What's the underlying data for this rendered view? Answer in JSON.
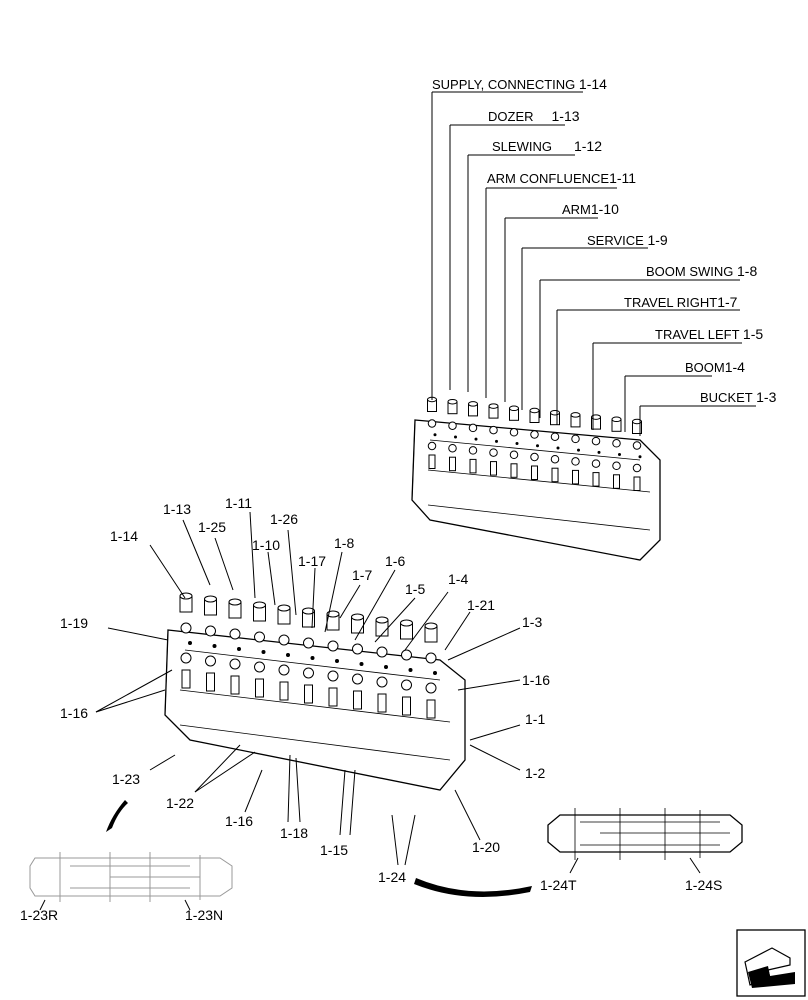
{
  "function_labels": [
    {
      "name": "SUPPLY, CONNECTING",
      "ref": "1-14"
    },
    {
      "name": "DOZER",
      "ref": "1-13"
    },
    {
      "name": "SLEWING",
      "ref": "1-12"
    },
    {
      "name": "ARM CONFLUENCE",
      "ref": "1-11"
    },
    {
      "name": "ARM",
      "ref": "1-10"
    },
    {
      "name": "SERVICE",
      "ref": "1-9"
    },
    {
      "name": "BOOM SWING",
      "ref": "1-8"
    },
    {
      "name": "TRAVEL RIGHT",
      "ref": "1-7"
    },
    {
      "name": "TRAVEL LEFT",
      "ref": "1-5"
    },
    {
      "name": "BOOM",
      "ref": "1-4"
    },
    {
      "name": "BUCKET",
      "ref": "1-3"
    }
  ],
  "callouts": [
    "1-13",
    "1-11",
    "1-25",
    "1-26",
    "1-14",
    "1-10",
    "1-17",
    "1-8",
    "1-6",
    "1-7",
    "1-5",
    "1-4",
    "1-21",
    "1-19",
    "1-3",
    "1-16",
    "1-16",
    "1-1",
    "1-2",
    "1-23",
    "1-22",
    "1-16",
    "1-18",
    "1-15",
    "1-20",
    "1-24",
    "1-23R",
    "1-23N",
    "1-24T",
    "1-24S"
  ]
}
